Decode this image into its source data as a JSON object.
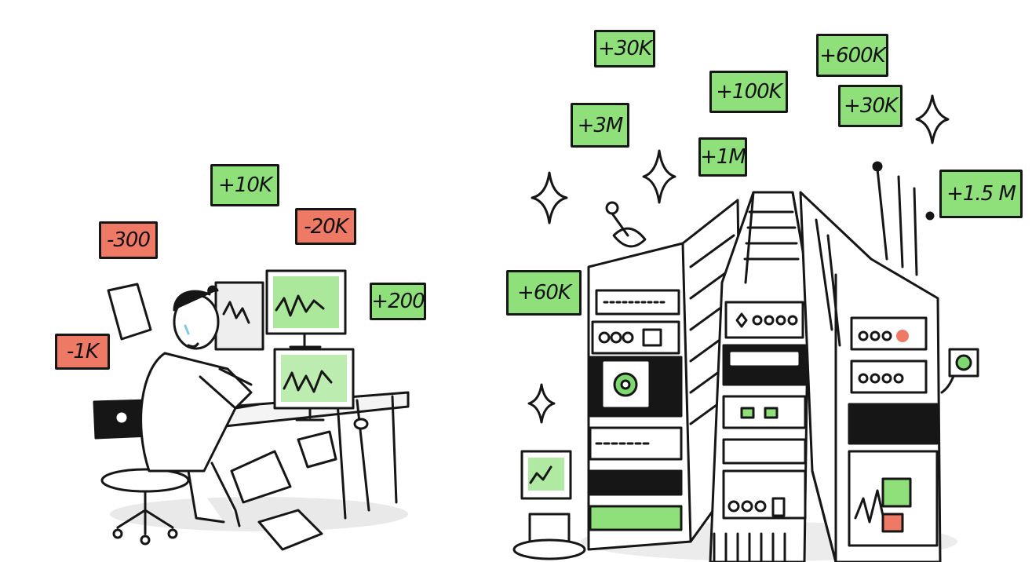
{
  "colors": {
    "gain": "#8fe07a",
    "loss": "#ee7a66",
    "ink": "#161616",
    "accent_green": "#7ed870"
  },
  "left_panel": {
    "tags": [
      {
        "text": "+10K",
        "kind": "gain"
      },
      {
        "text": "-300",
        "kind": "loss"
      },
      {
        "text": "-20K",
        "kind": "loss"
      },
      {
        "text": "+200",
        "kind": "gain"
      },
      {
        "text": "-1K",
        "kind": "loss"
      }
    ]
  },
  "right_panel": {
    "tags": [
      {
        "text": "+30K",
        "kind": "gain"
      },
      {
        "text": "+600K",
        "kind": "gain"
      },
      {
        "text": "+100K",
        "kind": "gain"
      },
      {
        "text": "+30K",
        "kind": "gain"
      },
      {
        "text": "+3M",
        "kind": "gain"
      },
      {
        "text": "+1M",
        "kind": "gain"
      },
      {
        "text": "+1.5 M",
        "kind": "gain"
      },
      {
        "text": "+60K",
        "kind": "gain"
      }
    ]
  }
}
